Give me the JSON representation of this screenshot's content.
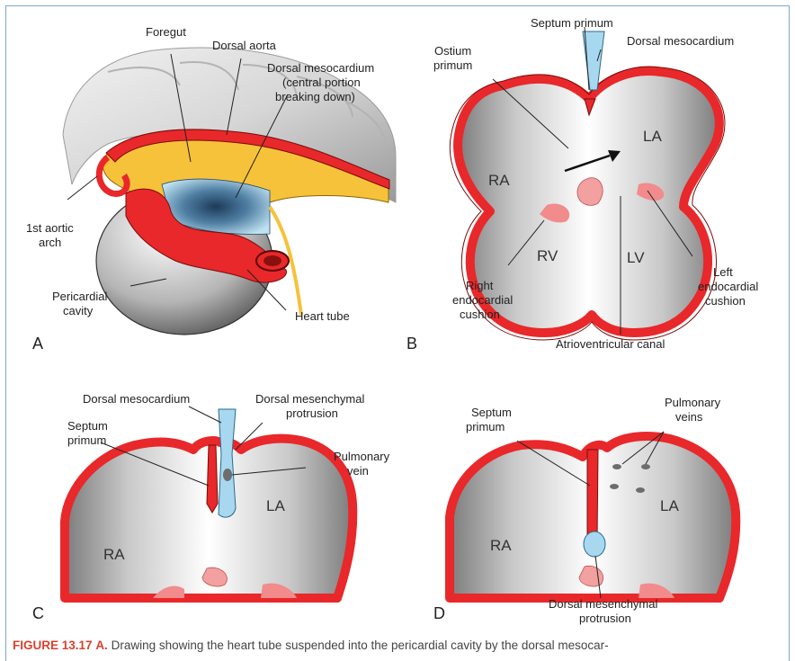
{
  "panel_a": {
    "letter": "A",
    "foregut": "Foregut",
    "dorsal_aorta": "Dorsal aorta",
    "mesocardium_1": "Dorsal mesocardium",
    "mesocardium_2": "(central portion",
    "mesocardium_3": "breaking down)",
    "arch_1": "1st aortic",
    "arch_2": "arch",
    "pericardial_1": "Pericardial",
    "pericardial_2": "cavity",
    "heart_tube": "Heart tube"
  },
  "panel_b": {
    "letter": "B",
    "septum_primum": "Septum primum",
    "dorsal_mesocardium": "Dorsal mesocardium",
    "ostium_1": "Ostium",
    "ostium_2": "primum",
    "la": "LA",
    "ra": "RA",
    "rv": "RV",
    "lv": "LV",
    "right_cushion_1": "Right",
    "right_cushion_2": "endocardial",
    "right_cushion_3": "cushion",
    "left_cushion_1": "Left",
    "left_cushion_2": "endocardial",
    "left_cushion_3": "cushion",
    "av_canal": "Atrioventricular canal"
  },
  "panel_c": {
    "letter": "C",
    "dorsal_mesocardium": "Dorsal mesocardium",
    "protrusion_1": "Dorsal mesenchymal",
    "protrusion_2": "protrusion",
    "septum_1": "Septum",
    "septum_2": "primum",
    "pulmonary_1": "Pulmonary",
    "pulmonary_2": "vein",
    "la": "LA",
    "ra": "RA"
  },
  "panel_d": {
    "letter": "D",
    "septum_1": "Septum",
    "septum_2": "primum",
    "pulmonary_1": "Pulmonary",
    "pulmonary_2": "veins",
    "la": "LA",
    "ra": "RA",
    "protrusion_1": "Dorsal mesenchymal",
    "protrusion_2": "protrusion"
  },
  "caption": {
    "figure": "FIGURE 13.17",
    "panel": "A.",
    "text": "Drawing showing the heart tube suspended into the pericardial cavity by the dorsal mesocar-"
  },
  "colors": {
    "wall_red": "#e8282a",
    "wall_dark": "#b21616",
    "foregut_yellow": "#f5c23a",
    "mesocardium_blue": "#a8d8ef",
    "cushion_pink": "#f28b8b",
    "frame_blue": "#7fa9cf",
    "caption_red": "#d8412f"
  }
}
